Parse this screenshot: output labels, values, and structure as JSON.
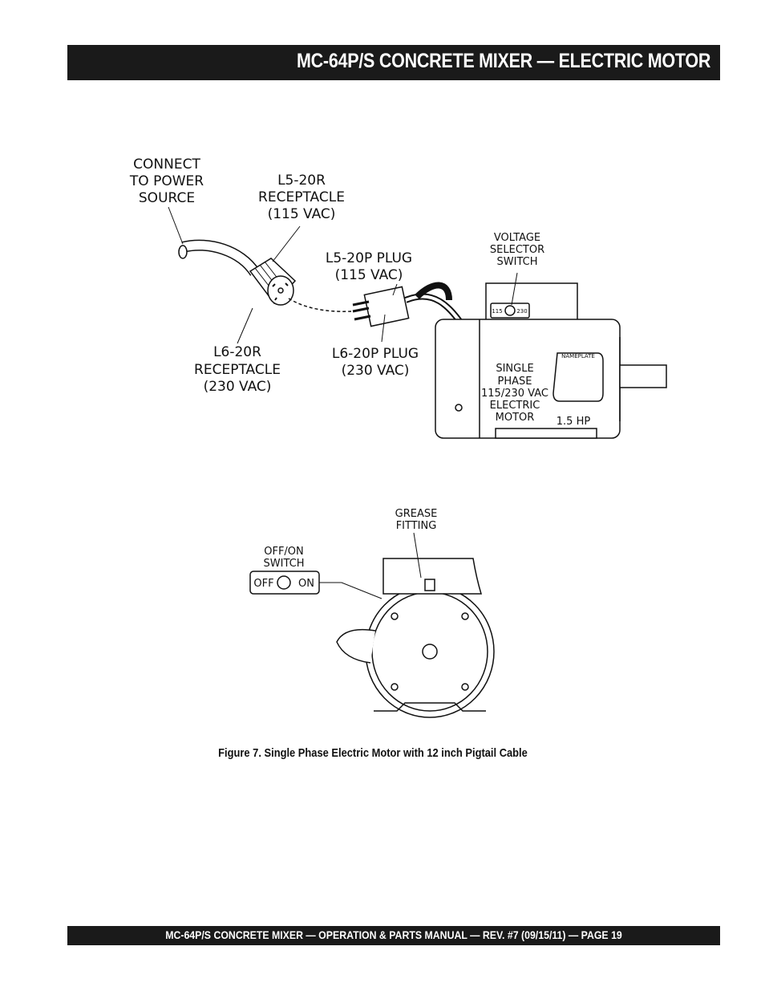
{
  "header": {
    "title": "MC-64P/S CONCRETE MIXER — ELECTRIC MOTOR"
  },
  "figure": {
    "caption": "Figure 7. Single Phase Electric Motor with 12 inch Pigtail Cable",
    "labels": {
      "power_source": [
        "CONNECT",
        "TO POWER",
        "SOURCE"
      ],
      "l5_20r": [
        "L5-20R",
        "RECEPTACLE",
        "(115 VAC)"
      ],
      "l5_20p": [
        "L5-20P PLUG",
        "(115 VAC)"
      ],
      "l6_20r": [
        "L6-20R",
        "RECEPTACLE",
        "(230 VAC)"
      ],
      "l6_20p": [
        "L6-20P PLUG",
        "(230 VAC)"
      ],
      "voltage_switch": [
        "VOLTAGE",
        "SELECTOR",
        "SWITCH"
      ],
      "switch_115": "115",
      "switch_230": "230",
      "nameplate": "NAMEPLATE",
      "motor": [
        "SINGLE",
        "PHASE",
        "115/230 VAC",
        "ELECTRIC",
        "MOTOR"
      ],
      "hp": "1.5 HP",
      "grease": [
        "GREASE",
        "FITTING"
      ],
      "offon": [
        "OFF/ON",
        "SWITCH"
      ],
      "off": "OFF",
      "on": "ON"
    }
  },
  "footer": {
    "text": "MC-64P/S CONCRETE MIXER — OPERATION & PARTS MANUAL — REV. #7 (09/15/11) — PAGE 19"
  }
}
